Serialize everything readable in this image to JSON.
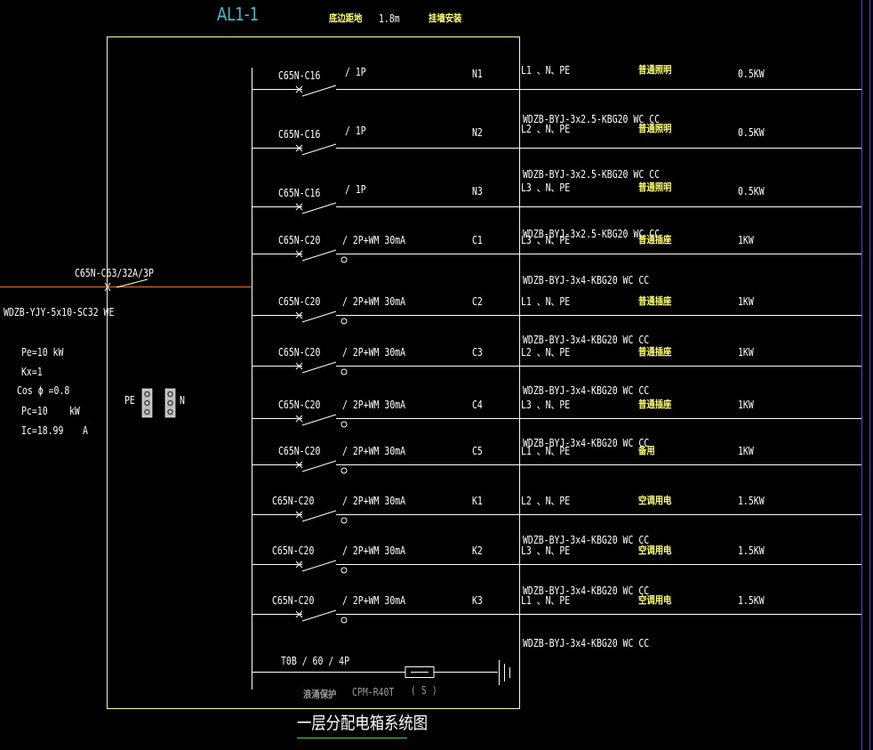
{
  "header": {
    "panel_id": "AL1-1",
    "mount_note": "底边距地",
    "mount_height": "1.8m",
    "mount_type": "挂墙安装"
  },
  "incoming": {
    "breaker": "C65N-C63/32A/3P",
    "cable": "WDZB-YJY-5x10-SC32  WE",
    "pe": "Pe=10 kW",
    "kx": "Kx=1",
    "cos": "Cos ϕ =0.8",
    "pc": "Pc=10",
    "pc_unit": "kW",
    "ic": "Ic=18.99",
    "ic_unit": "A",
    "pe_bar": "PE",
    "n_bar": "N"
  },
  "circuits": [
    {
      "breaker": "C65N-C16",
      "poles": "/ 1P",
      "rcd": false,
      "id": "N1",
      "phase": "L1 、N、PE",
      "use": "普通照明",
      "power": "0.5KW",
      "cable": "WDZB-BYJ-3x2.5-KBG20  WC CC"
    },
    {
      "breaker": "C65N-C16",
      "poles": "/ 1P",
      "rcd": false,
      "id": "N2",
      "phase": "L2 、N、PE",
      "use": "普通照明",
      "power": "0.5KW",
      "cable": "WDZB-BYJ-3x2.5-KBG20  WC CC"
    },
    {
      "breaker": "C65N-C16",
      "poles": "/ 1P",
      "rcd": false,
      "id": "N3",
      "phase": "L3 、N、PE",
      "use": "普通照明",
      "power": "0.5KW",
      "cable": "WDZB-BYJ-3x2.5-KBG20  WC CC"
    },
    {
      "breaker": "C65N-C20",
      "poles": "/ 2P+WM  30mA",
      "rcd": true,
      "id": "C1",
      "phase": "L3 、N、PE",
      "use": "普通插座",
      "power": "1KW",
      "cable": "WDZB-BYJ-3x4-KBG20  WC CC"
    },
    {
      "breaker": "C65N-C20",
      "poles": "/ 2P+WM  30mA",
      "rcd": true,
      "id": "C2",
      "phase": "L1 、N、PE",
      "use": "普通插座",
      "power": "1KW",
      "cable": "WDZB-BYJ-3x4-KBG20  WC CC"
    },
    {
      "breaker": "C65N-C20",
      "poles": "/ 2P+WM  30mA",
      "rcd": true,
      "id": "C3",
      "phase": "L2 、N、PE",
      "use": "普通插座",
      "power": "1KW",
      "cable": "WDZB-BYJ-3x4-KBG20  WC CC"
    },
    {
      "breaker": "C65N-C20",
      "poles": "/ 2P+WM  30mA",
      "rcd": true,
      "id": "C4",
      "phase": "L3 、N、PE",
      "use": "普通插座",
      "power": "1KW",
      "cable": "WDZB-BYJ-3x4-KBG20  WC CC"
    },
    {
      "breaker": "C65N-C20",
      "poles": "/ 2P+WM  30mA",
      "rcd": true,
      "id": "C5",
      "phase": "L1 、N、PE",
      "use": "备用",
      "power": "1KW",
      "cable": ""
    },
    {
      "breaker": "C65N-C20",
      "poles": "/ 2P+WM  30mA",
      "rcd": true,
      "id": "K1",
      "phase": "L2 、N、PE",
      "use": "空调用电",
      "power": "1.5KW",
      "cable": "WDZB-BYJ-3x4-KBG20  WC CC"
    },
    {
      "breaker": "C65N-C20",
      "poles": "/ 2P+WM  30mA",
      "rcd": true,
      "id": "K2",
      "phase": "L3 、N、PE",
      "use": "空调用电",
      "power": "1.5KW",
      "cable": "WDZB-BYJ-3x4-KBG20  WC CC"
    },
    {
      "breaker": "C65N-C20",
      "poles": "/ 2P+WM  30mA",
      "rcd": true,
      "id": "K3",
      "phase": "L1 、N、PE",
      "use": "空调用电",
      "power": "1.5KW",
      "cable": "WDZB-BYJ-3x4-KBG20  WC CC"
    }
  ],
  "surge": {
    "label": "T0B / 60 / 4P",
    "note": "浪涌保护",
    "model": "CPM-R40T",
    "mark": "( S )"
  },
  "title": "一层分配电箱系统图",
  "colors": {
    "background": "#000000",
    "frame": "#ffff99",
    "line": "#ffffff",
    "incoming_line": "#d46a2a",
    "panel_id": "#2ec4d6",
    "chinese_text": "#ffff66",
    "title_underline": "#39c639",
    "edge_line": "#3a44ff"
  }
}
